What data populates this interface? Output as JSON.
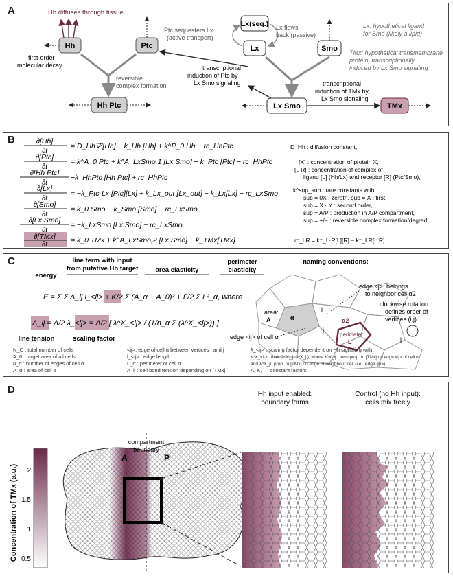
{
  "panels": {
    "a": {
      "label": "A",
      "nodes": {
        "hh": "Hh",
        "ptc": "Ptc",
        "lx_seq": "Lx(seq.)",
        "lx": "Lx",
        "smo": "Smo",
        "hh_ptc": "Hh  Ptc",
        "lx_smo": "Lx  Smo",
        "tmx": "TMx"
      },
      "annotations": {
        "hh_diffuses": "Hh diffuses through tissue",
        "first_order_1": "first-order",
        "first_order_2": "molecular decay",
        "reversible_1": "reversible",
        "reversible_2": "complex formation",
        "ptc_seq_1": "Ptc sequesters Lx",
        "ptc_seq_2": "(active transport)",
        "lx_flows_1": "Lx flows",
        "lx_flows_2": "back (passive)",
        "induction_ptc_1": "transcriptional",
        "induction_ptc_2": "induction of Ptc by",
        "induction_ptc_3": "Lx Smo signaling",
        "induction_tmx_1": "transcriptional",
        "induction_tmx_2": "induction of TMx by",
        "induction_tmx_3": "Lx Smo signaling",
        "lx_def_1": "Lx: hypothetical ligand",
        "lx_def_2": "for Smo (likely a lipid)",
        "tmx_def_1": "TMx: hypothetical transmembrane",
        "tmx_def_2": "protein, transcriptionally",
        "tmx_def_3": "induced by Lx Smo signaling"
      }
    },
    "b": {
      "label": "B",
      "equations": {
        "hh_lhs": "∂[Hh]",
        "hh_rhs": "= D_Hh∇²[Hh] − k_Hh [Hh] + k^P_0 Hh − rc_HhPtc",
        "ptc_lhs": "∂[Ptc]",
        "ptc_rhs": "= k^A_0 Ptc + k^A_LxSmo,1 [Lx Smo] − k_Ptc [Ptc] − rc_HhPtc",
        "hhptc_lhs": "∂[Hh Ptc]",
        "hhptc_rhs": "−k_HhPtc [Hh Ptc] + rc_HhPtc",
        "lx_lhs": "∂[Lx]",
        "lx_rhs": "= −k_Ptc·Lx [Ptc][Lx] + k_Lx_out [Lx_out] − k_Lx[Lx] − rc_LxSmo",
        "smo_lhs": "∂[Smo]",
        "smo_rhs": "= k_0 Smo − k_Smo [Smo] − rc_LxSmo",
        "lxsmo_lhs": "∂[Lx Smo]",
        "lxsmo_rhs": "= −k_LxSmo [Lx Smo] + rc_LxSmo",
        "tmx_lhs": "∂[TMx]",
        "tmx_rhs": "= k_0 TMx + k^A_LxSmo,2 [Lx Smo] − k_TMx[TMx]",
        "dt": "∂t"
      },
      "definitions": {
        "d1": "D_Hh : diffusion constant,",
        "d2": "[X] : concentration of protein X,",
        "d3": "[L R] : concentration of complex of",
        "d4": "ligand [L] (Hh/Lx) and receptor [R] (Ptc/Smo),",
        "d5": "k^sup_sub : rate constants with",
        "d6": "sub = 0X : zeroth, sub = X : first,",
        "d7": "sub = X · Y : second order,",
        "d8": "sup = A/P : production in A/P compartment,",
        "d9": "sup = +/− : reversible complex formation/degrad.",
        "d10": "rc_LR = k⁺_L·R[L][R] − k⁻_LR[L R]"
      }
    },
    "c": {
      "label": "C",
      "headers": {
        "energy": "energy",
        "line_term_1": "line term with input",
        "line_term_2": "from putative Hh target",
        "area_el_1": "area elasticity",
        "perim_el_1": "perimeter",
        "perim_el_2": "elasticity",
        "line_tension": "line tension",
        "scaling_factor": "scaling factor",
        "naming": "naming conventions:"
      },
      "equation": {
        "energy_eq": "E = Σ Σ Λ_ij l_<ij> + K/2 Σ (A_α − A_0)² + Γ/2 Σ L²_α,  where",
        "where": "where",
        "lambda_eq": "Λ_ij = Λ/2 λ_<ij> = Λ/2 [ λ^X_<ij> / (1/n_α Σ (λ^X_<ij>)) ]"
      },
      "diagram_labels": {
        "edge_ij_belongs": "edge <j>: belongs",
        "to_neighbor": "to neighbor cell α2",
        "clockwise_1": "clockwise rotation",
        "clockwise_2": "defines order of",
        "clockwise_3": "vertices (i,j)",
        "area": "area:",
        "area_a": "A",
        "alpha": "α",
        "alpha2": "α2",
        "perimeter": "perimeter",
        "perimeter_l": "L",
        "i1": "i",
        "j1": "j",
        "i2": "i",
        "j2": "j",
        "edge_of_cell": "edge <ij> of cell α"
      },
      "legend": {
        "l1": "N_C : total number of cells",
        "l2": "A_0 : target area of all cells",
        "l3": "n_α : number of edges of cell α",
        "l4": "A_α : area of cell α",
        "m1": "<ij>: edge of cell α between vertices i and j",
        "m2": "l_<ij> : edge length",
        "m3": "L_α : perimeter of cell α",
        "m4": "Λ_ij : cell bond tension depending on [TMx]",
        "r1": "λ_<ij> : scaling factor dependent on Hh signaling with",
        "r2": "λ^X_<ij> : max (λ^X_ij, λ^X_ji), where λ^X_ij : term prop. to [TMx] on edge <ij> of cell α,",
        "r3": "and λ^X_ji: prop. to [TMx] on edge of neighbour cell (i.e., edge <ji>)",
        "r4": "Λ, K, Γ : constant factors"
      }
    },
    "d": {
      "label": "D",
      "colorbar_label": "Concentration of TMx (a.u.)",
      "colorbar_ticks": [
        "2",
        "1.5",
        "1",
        "0.5"
      ],
      "compartment_1": "compartment",
      "compartment_2": "boundary",
      "a_label": "A",
      "p_label": "P",
      "hh_title_1": "Hh input enabled:",
      "hh_title_2": "boundary forms",
      "ctrl_title_1": "Control (no Hh input):",
      "ctrl_title_2": "cells mix freely"
    }
  },
  "colors": {
    "mauve": "#a05a7c",
    "mauve_light": "#c8a0b0",
    "node_gray": "#d0d0d0",
    "dark_red": "#6b2a3e"
  }
}
